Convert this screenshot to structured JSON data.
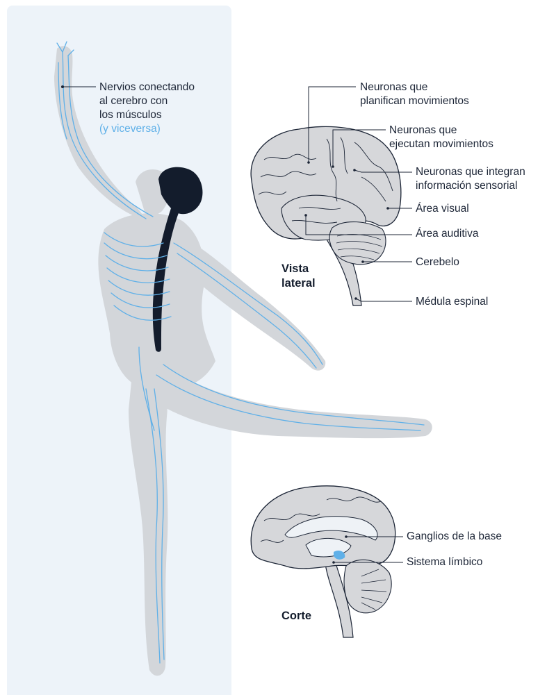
{
  "dancer_label": {
    "line1": "Nervios conectando",
    "line2": "al cerebro con",
    "line3": "los músculos",
    "line4": "(y viceversa)"
  },
  "lateral": {
    "heading_line1": "Vista",
    "heading_line2": "lateral",
    "labels": {
      "plan_1": "Neuronas que",
      "plan_2": "planifican movimientos",
      "exec_1": "Neuronas que",
      "exec_2": "ejecutan movimientos",
      "integ_1": "Neuronas que integran",
      "integ_2": "información sensorial",
      "visual": "Área visual",
      "auditiva": "Área auditiva",
      "cerebelo": "Cerebelo",
      "medula": "Médula espinal"
    }
  },
  "corte": {
    "heading": "Corte",
    "labels": {
      "ganglios": "Ganglios de la base",
      "limbico": "Sistema límbico"
    }
  },
  "colors": {
    "panel": "#edf3f9",
    "nerve": "#5fb0e8",
    "body": "#d3d6da",
    "spine": "#131c2c",
    "brain": "#d6d7da",
    "brain_line": "#1c2536",
    "highlight": "#5fb0e8"
  }
}
